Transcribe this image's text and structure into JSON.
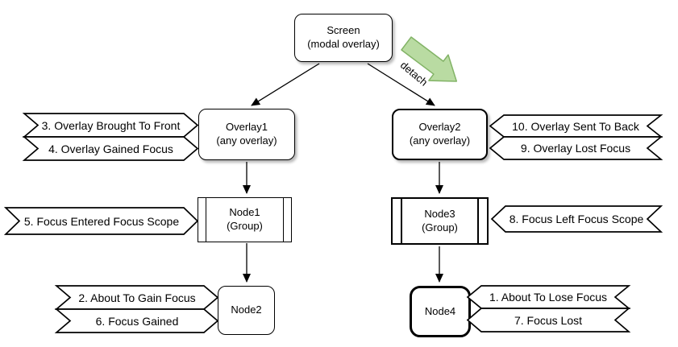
{
  "nodes": {
    "screen": {
      "line1": "Screen",
      "line2": "(modal overlay)"
    },
    "overlay1": {
      "line1": "Overlay1",
      "line2": "(any overlay)"
    },
    "overlay2": {
      "line1": "Overlay2",
      "line2": "(any overlay)"
    },
    "node1": {
      "line1": "Node1",
      "line2": "(Group)"
    },
    "node3": {
      "line1": "Node3",
      "line2": "(Group)"
    },
    "node2": {
      "label": "Node2"
    },
    "node4": {
      "label": "Node4"
    }
  },
  "edges": {
    "detach_label": "detach"
  },
  "events": {
    "about_to_lose_focus": "1. About To Lose Focus",
    "about_to_gain_focus": "2. About To Gain Focus",
    "overlay_brought_to_front": "3. Overlay Brought To Front",
    "overlay_gained_focus": "4. Overlay Gained Focus",
    "focus_entered_focus_scope": "5. Focus Entered Focus Scope",
    "focus_gained": "6. Focus Gained",
    "focus_lost": "7. Focus Lost",
    "focus_left_focus_scope": "8. Focus Left Focus Scope",
    "overlay_lost_focus": "9. Overlay Lost Focus",
    "overlay_sent_to_back": "10. Overlay Sent To Back"
  },
  "colors": {
    "stroke": "#000000",
    "node_fill": "#ffffff",
    "detach_arrow_fill": "#b9dba2",
    "detach_arrow_stroke": "#82b366"
  }
}
